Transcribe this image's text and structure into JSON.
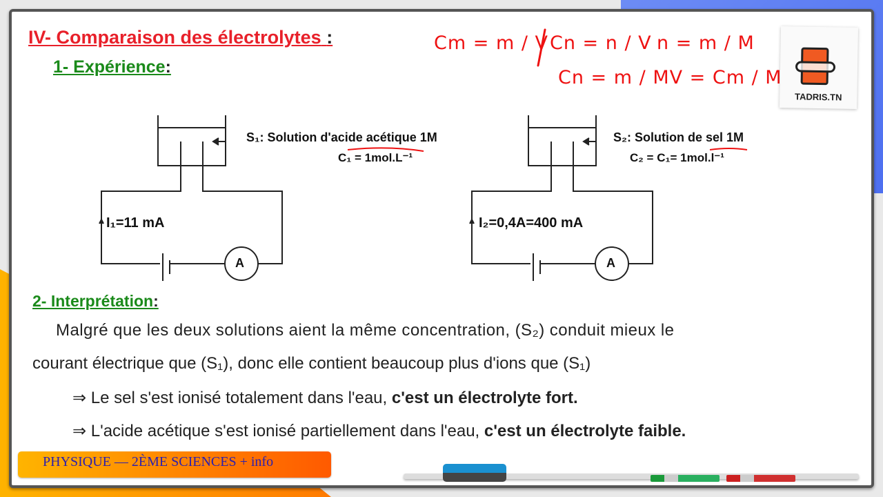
{
  "section": {
    "title": "IV- Comparaison des électrolytes",
    "colon": ":"
  },
  "experience": {
    "title": "1- Expérience",
    "colon": ":"
  },
  "circuit1": {
    "solution_label": "S₁: Solution d'acide acétique 1M",
    "concentration": "C₁ = 1mol.L⁻¹",
    "current": "I₁=11 mA",
    "meter": "A"
  },
  "circuit2": {
    "solution_label": "S₂: Solution de sel 1M",
    "concentration": "C₂ = C₁= 1mol.l⁻¹",
    "current": "I₂=0,4A=400 mA",
    "meter": "A"
  },
  "interpretation": {
    "title": "2- Interprétation",
    "colon": ":",
    "line1": "Malgré que les deux solutions aient la même concentration, (S₂) conduit mieux le",
    "line2": "courant électrique que (S₁), donc elle contient beaucoup plus d'ions que (S₁)",
    "bullet1_plain": "⇒ Le sel s'est ionisé totalement dans l'eau, ",
    "bullet1_bold": "c'est un électrolyte fort.",
    "bullet2_plain": "⇒ L'acide acétique s'est ionisé partiellement dans l'eau, ",
    "bullet2_bold": "c'est un électrolyte faible."
  },
  "handwriting": {
    "formula1": "Cm = m / V",
    "formula2": "Cn = n / V",
    "formula3": "n = m / M",
    "formula4": "Cn = m / MV = Cm / M"
  },
  "logo": {
    "text": "TADRIS.TN"
  },
  "footer": {
    "banner": "PHYSIQUE — 2ÈME SCIENCES + info"
  },
  "colors": {
    "red": "#e8202a",
    "green": "#1a8a1a",
    "ink": "#ee1111"
  }
}
